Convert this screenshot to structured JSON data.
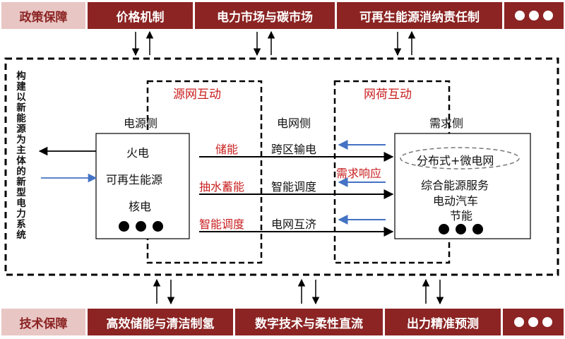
{
  "colors": {
    "light": "#e8c6c4",
    "dark": "#8b2423",
    "red": "#c81e1e",
    "blue": "#4472c4"
  },
  "top": {
    "label": "政策保障",
    "items": [
      "价格机制",
      "电力市场与碳市场",
      "可再生能源消纳责任制"
    ],
    "more_icon": "three-dots"
  },
  "bottom": {
    "label": "技术保障",
    "items": [
      "高效储能与清洁制氢",
      "数字技术与柔性直流",
      "出力精准预测"
    ],
    "more_icon": "three-dots"
  },
  "side_text": "构建以新能源为主体的新型电力系统",
  "zones": {
    "source_grid": "源网互动",
    "grid_load": "网荷互动"
  },
  "source_side": {
    "title": "电源侧",
    "items": [
      "火电",
      "可再生能源",
      "核电"
    ],
    "more_icon": "three-dots"
  },
  "grid_side": {
    "title": "电网侧",
    "items": [
      "跨区输电",
      "智能调度",
      "电网互济"
    ]
  },
  "middle_red": [
    "储能",
    "抽水蓄能",
    "智能调度"
  ],
  "demand_response": "需求响应",
  "demand_side": {
    "title": "需求侧",
    "highlight": "分布式+微电网",
    "items": [
      "综合能源服务",
      "电动汽车",
      "节能"
    ],
    "more_icon": "three-dots"
  }
}
